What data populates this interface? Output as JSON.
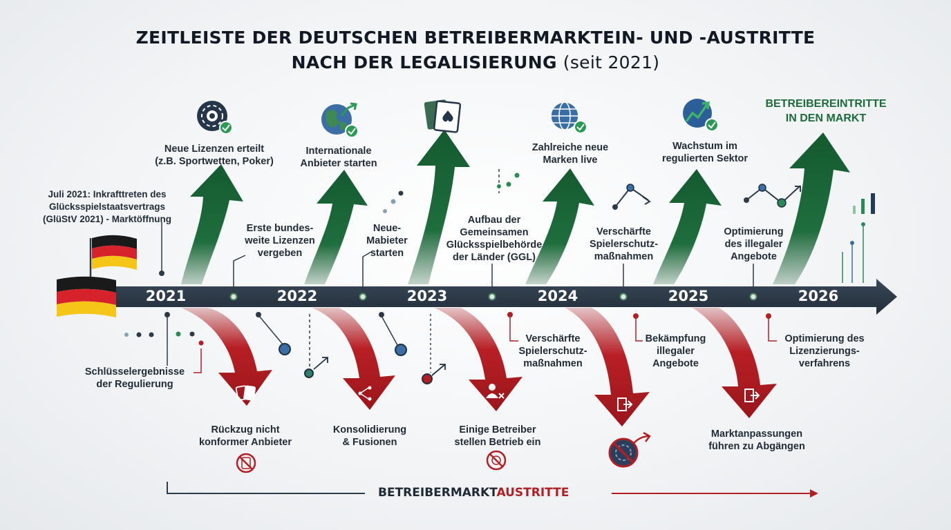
{
  "title": {
    "line1": "ZEITLEISTE DER DEUTSCHEN BETREIBERMARKTEIN- UND -AUSTRITTE",
    "line2_main": "NACH DER LEGALISIERUNG",
    "line2_suffix": "(seit 2021)"
  },
  "colors": {
    "entry_green": "#1c6b3b",
    "exit_red": "#b11f24",
    "timeline_navy": "#2a3745"
  },
  "timeline": {
    "years": [
      "2021",
      "2022",
      "2023",
      "2024",
      "2025",
      "2026"
    ]
  },
  "legend": {
    "entry": {
      "line1": "BETREIBEREINTRITTE",
      "line2": "IN DEN MARKT"
    },
    "exit": {
      "part1": "BETREIBERMARKT",
      "part2": "AUSTRITTE"
    }
  },
  "entries": [
    {
      "line1": "Neue Lizenzen erteilt",
      "line2": "(z.B. Sportwetten, Poker)",
      "icon": "casino-chip-icon"
    },
    {
      "line1": "Internationale",
      "line2": "Anbieter starten",
      "icon": "globe-growth-icon"
    },
    {
      "icon": "playing-cards-icon"
    },
    {
      "line1": "Zahlreiche neue",
      "line2": "Marken live",
      "icon": "globe-icon"
    },
    {
      "line1": "Wachstum im",
      "line2": "regulierten Sektor",
      "icon": "growth-chart-icon"
    }
  ],
  "upper_notes": [
    {
      "line1": "Juli 2021: Inkrafttreten des",
      "line2": "Glücksspielstaatsvertrags",
      "line3": "(GlüStV 2021) - Marktöffnung"
    },
    {
      "line1": "Erste bundes-",
      "line2": "weite Lizenzen",
      "line3": "vergeben"
    },
    {
      "line1": "Neue-",
      "line2": "Mabieter",
      "line3": "starten"
    },
    {
      "line1": "Aufbau der",
      "line2": "Gemeinsamen",
      "line3": "Glücksspielbehörde",
      "line4": "der Länder (GGL)"
    },
    {
      "line1": "Verschärfte",
      "line2": "Spielerschutz-",
      "line3": "maßnahmen"
    },
    {
      "line1": "Optimierung",
      "line2": "des illegaler",
      "line3": "Angebote"
    }
  ],
  "lower_notes": [
    {
      "line1": "Schlüsselergebnisse",
      "line2": "der Regulierung"
    },
    {
      "line1": "Verschärfte",
      "line2": "Spielerschutz-",
      "line3": "maßnahmen"
    },
    {
      "line1": "Bekämpfung",
      "line2": "illegaler",
      "line3": "Angebote"
    },
    {
      "line1": "Optimierung des",
      "line2": "Lizenzierungs-",
      "line3": "verfahrens"
    }
  ],
  "exits": [
    {
      "line1": "Rückzug nicht",
      "line2": "konformer Anbieter",
      "icon": "playing-cards-icon"
    },
    {
      "line1": "Konsolidierung",
      "line2": "& Fusionen",
      "icon": "merge-icon"
    },
    {
      "line1": "Einige Betreiber",
      "line2": "stellen Betrieb ein",
      "icon": "user-remove-icon"
    },
    {
      "icon": "exit-door-icon"
    },
    {
      "line1": "Marktanpassungen",
      "line2": "führen zu Abgängen",
      "icon": "exit-door-icon"
    }
  ]
}
